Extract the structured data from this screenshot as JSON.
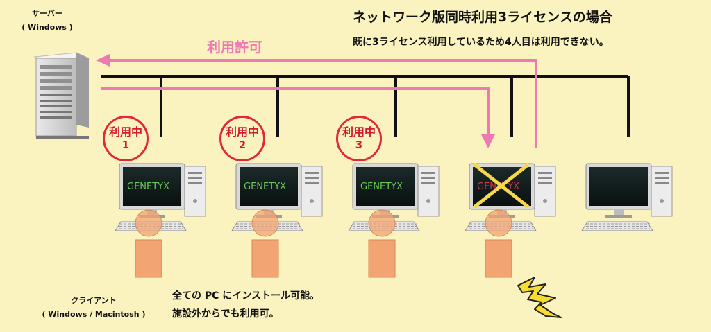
{
  "title": "ネットワーク版同時利用3ライセンスの場合",
  "subtitle": "既に3ライセンス利用しているため4人目は利用できない。",
  "server": {
    "label_line1": "サーバー",
    "label_line2": "( Windows )"
  },
  "permission_label": "利用許可",
  "clients": [
    {
      "badge_line1": "利用中",
      "badge_line2": "1",
      "screen_text": "GENETYX",
      "state": "in-use"
    },
    {
      "badge_line1": "利用中",
      "badge_line2": "2",
      "screen_text": "GENETYX",
      "state": "in-use"
    },
    {
      "badge_line1": "利用中",
      "badge_line2": "3",
      "screen_text": "GENETYX",
      "state": "in-use"
    },
    {
      "screen_text": "GENETYX",
      "state": "denied"
    },
    {
      "state": "idle"
    }
  ],
  "client_label": {
    "line1": "クライアント",
    "line2": "( Windows / Macintosh )"
  },
  "note": {
    "line1": "全ての PC にインストール可能。",
    "line2": "施設外からでも利用可。"
  },
  "colors": {
    "background": "#fbf3bf",
    "arrow_pink": "#ee7ab4",
    "badge_red": "#e2293b",
    "cross_yellow": "#f5d94a",
    "screen_green": "#66cc55",
    "person_orange": "#f2a473"
  }
}
